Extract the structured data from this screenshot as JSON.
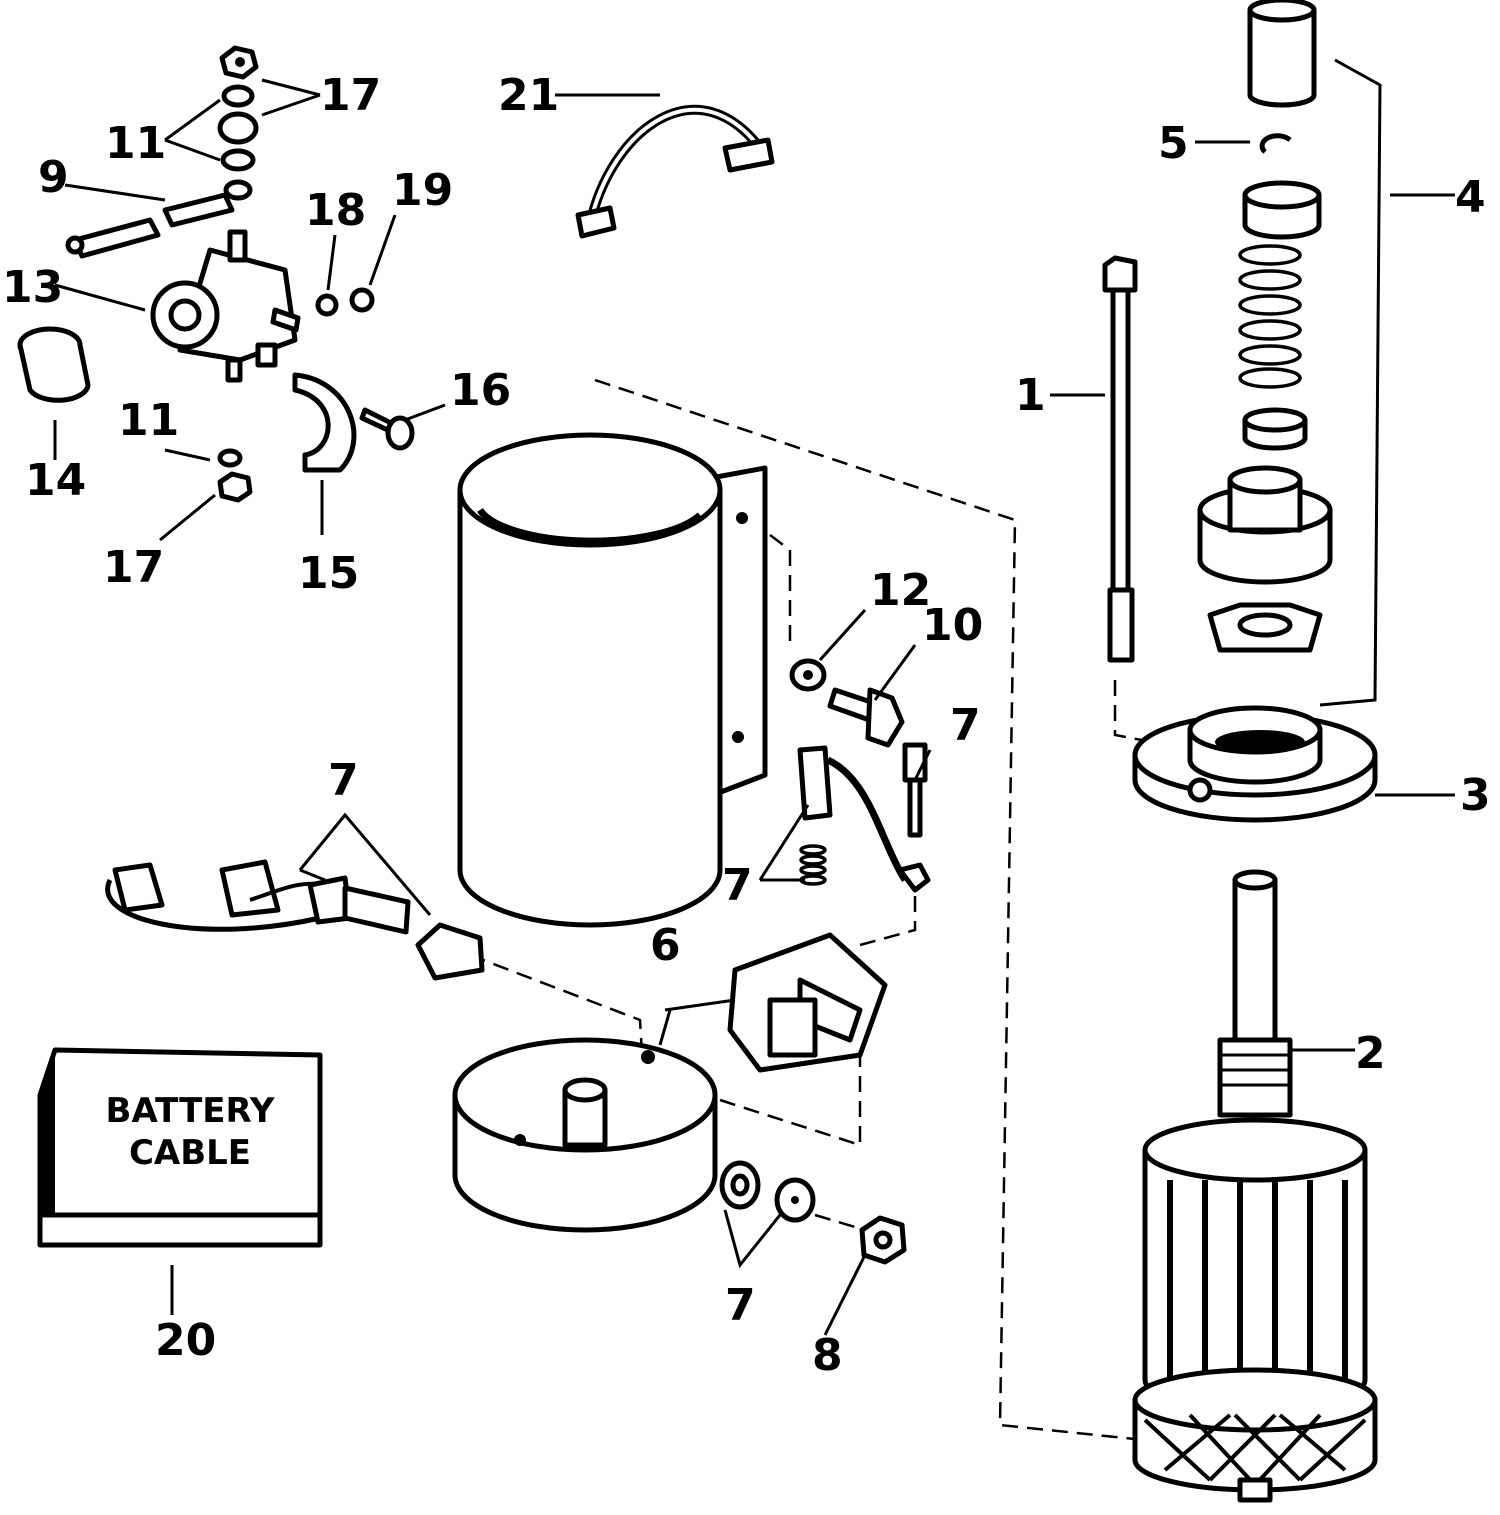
{
  "callouts": [
    {
      "label": "1"
    },
    {
      "label": "2"
    },
    {
      "label": "3"
    },
    {
      "label": "4"
    },
    {
      "label": "5"
    },
    {
      "label": "6"
    },
    {
      "label": "7"
    },
    {
      "label": "7"
    },
    {
      "label": "7"
    },
    {
      "label": "7"
    },
    {
      "label": "8"
    },
    {
      "label": "9"
    },
    {
      "label": "10"
    },
    {
      "label": "11"
    },
    {
      "label": "11"
    },
    {
      "label": "12"
    },
    {
      "label": "13"
    },
    {
      "label": "14"
    },
    {
      "label": "15"
    },
    {
      "label": "16"
    },
    {
      "label": "17"
    },
    {
      "label": "17"
    },
    {
      "label": "18"
    },
    {
      "label": "19"
    },
    {
      "label": "20"
    },
    {
      "label": "21"
    }
  ],
  "battery_box": {
    "line1": "BATTERY",
    "line2": "CABLE"
  },
  "colors": {
    "ink": "#000000",
    "paper": "#ffffff"
  }
}
